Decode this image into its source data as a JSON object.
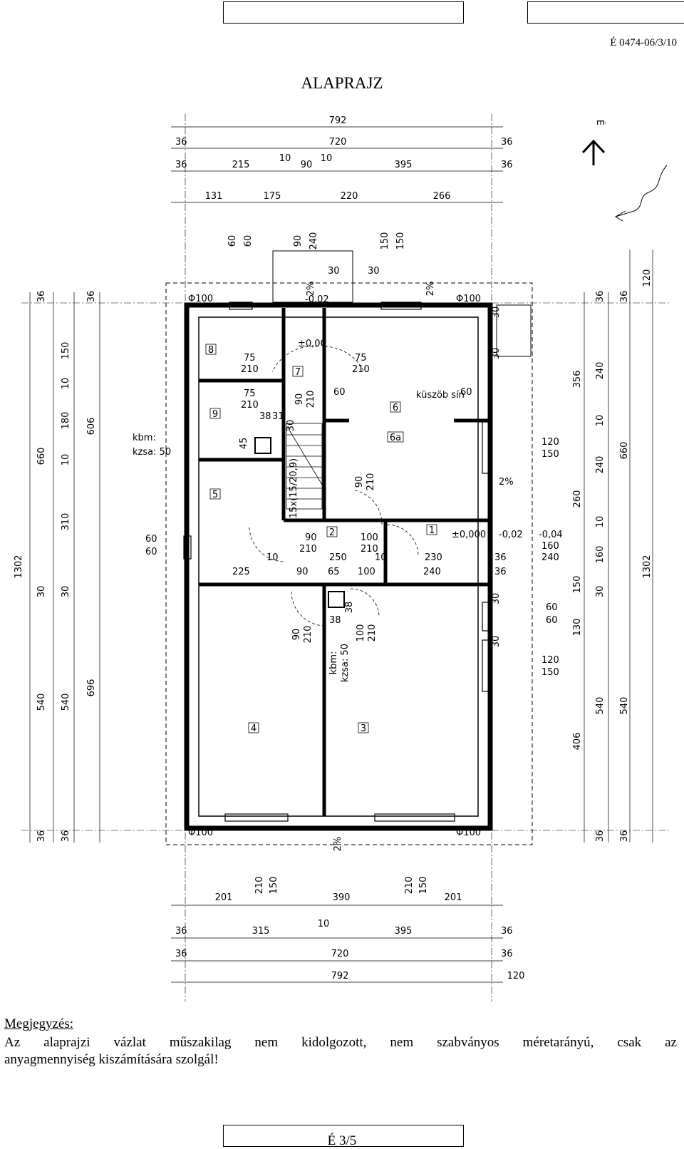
{
  "header": {
    "doc_code": "É 0474-06/3/10"
  },
  "title": "ALAPRAJZ",
  "plan": {
    "dims_top": {
      "overall": "792",
      "row2": [
        "36",
        "720",
        "36"
      ],
      "row3": [
        "36",
        "215",
        "10",
        "90",
        "10",
        "395",
        "36"
      ],
      "row4": [
        "131",
        "175",
        "220",
        "266"
      ],
      "openings": [
        "60",
        "60",
        "90",
        "240",
        "150",
        "150"
      ]
    },
    "dims_bottom": {
      "openings": [
        "210",
        "150",
        "210",
        "150"
      ],
      "row1": [
        "201",
        "390",
        "201"
      ],
      "row2": [
        "36",
        "315",
        "10",
        "395",
        "36"
      ],
      "row3": [
        "36",
        "720",
        "36"
      ],
      "overall": "792",
      "extra": "120"
    },
    "dims_left_outer": [
      "1302"
    ],
    "dims_left_row2": [
      "660",
      "540"
    ],
    "dims_left_row3": [
      "36",
      "150",
      "10",
      "180",
      "10",
      "310",
      "30",
      "540",
      "36"
    ],
    "dims_left_row4": [
      "36",
      "606",
      "30",
      "696",
      "36"
    ],
    "dims_right_outer": [
      "120",
      "660",
      "1302",
      "540"
    ],
    "dims_right_row2": [
      "36",
      "240",
      "10",
      "240",
      "10",
      "160",
      "30",
      "540",
      "36"
    ],
    "dims_right_row3": [
      "36",
      "356",
      "260",
      "150",
      "130",
      "406",
      "36"
    ],
    "rooms": [
      "1",
      "2",
      "3",
      "4",
      "5",
      "6",
      "6a",
      "7",
      "8",
      "9"
    ],
    "labels": {
      "phi_tl": "Φ100",
      "phi_tr": "Φ100",
      "phi_bl": "Φ100",
      "phi_br": "Φ100",
      "lvl_a": "-0,02",
      "lvl_b": "±0,00",
      "lvl_c": "±0,000",
      "lvl_d": "-0,02",
      "lvl_e": "-0,04",
      "slope_a": "2%",
      "slope_b": "2%",
      "slope_c": "2%",
      "slope_d": "2%",
      "north": "É",
      "kbm1": "kbm:",
      "kzsa1": "kzsa: 50",
      "kbm2": "kbm:",
      "kzsa2": "kzsa: 50",
      "kuszob": "küszöb sín",
      "stair": "15x(15/20,9)",
      "d_75_210_a": [
        "75",
        "210"
      ],
      "d_75_210_b": [
        "75",
        "210"
      ],
      "d_75_210_c": [
        "75",
        "210"
      ],
      "d_90_210_a": [
        "90",
        "210"
      ],
      "d_90_210_b": [
        "90",
        "210"
      ],
      "d_90_210_c": [
        "90",
        "210"
      ],
      "d_90_210_d": [
        "90",
        "210"
      ],
      "d_100_210_a": [
        "100",
        "210"
      ],
      "d_100_210_b": [
        "100",
        "210"
      ],
      "w_120_150_a": [
        "120",
        "150"
      ],
      "w_120_150_b": [
        "120",
        "150"
      ],
      "w_60_60_a": [
        "60",
        "60"
      ],
      "w_60_60_b": [
        "60",
        "60"
      ],
      "w_160_240": [
        "160",
        "240"
      ],
      "misc": [
        "30",
        "30",
        "60",
        "60",
        "38",
        "31",
        "30",
        "45",
        "250",
        "10",
        "10",
        "230",
        "240",
        "36",
        "36",
        "225",
        "90",
        "65",
        "100",
        "38",
        "38",
        "30",
        "30",
        "30",
        "30"
      ]
    }
  },
  "note": {
    "heading": "Megjegyzés:",
    "line1": "Az alaprajzi vázlat műszakilag nem kidolgozott, nem szabványos méretarányú, csak az",
    "line2": "anyagmennyiség kiszámítására szolgál!"
  },
  "footer": {
    "page": "É 3/5"
  }
}
